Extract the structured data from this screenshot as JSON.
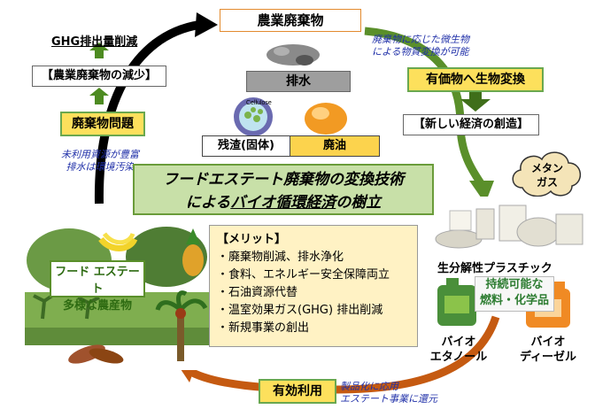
{
  "top": {
    "waste": "農業廃棄物",
    "wastewater": "排水",
    "cellulose": "Cellulose",
    "residue": "残渣(固体)",
    "waste_oil": "廃油"
  },
  "left": {
    "ghg": "GHG排出量削減",
    "reduce": "【農業廃棄物の減少】",
    "problem": "廃棄物問題",
    "note": [
      "未利用資源が豊富",
      "排水は環境汚染"
    ]
  },
  "right": {
    "note": [
      "廃棄物に応じた微生物",
      "による物質変換が可能"
    ],
    "bioconv": "有価物へ生物変換",
    "economy": "【新しい経済の創造】",
    "methane": [
      "メタン",
      "ガス"
    ],
    "bioplastic": "生分解性プラスチック",
    "sustainable": [
      "持続可能な",
      "燃料・化学品"
    ],
    "bioethanol": [
      "バイオ",
      "エタノール"
    ],
    "biodiesel": [
      "バイオ",
      "ディーゼル"
    ]
  },
  "center": {
    "title_line1": "フードエステート廃棄物の変換技術",
    "title_line2_pre": "による",
    "title_line2_ul": "バイオ循環経済",
    "title_line2_post": "の樹立"
  },
  "estate": {
    "label_line1": "フード エステート",
    "label_line2": "多様な農産物"
  },
  "merit": {
    "heading": "【メリット】",
    "items": [
      "・廃棄物削減、排水浄化",
      "・食料、エネルギー安全保障両立",
      "・石油資源代替",
      "・温室効果ガス(GHG) 排出削減",
      "・新規事業の創出"
    ]
  },
  "bottom": {
    "use": "有効利用",
    "note": [
      "製品化に応用",
      "エステート事業に還元"
    ]
  },
  "colors": {
    "yellow": "#fde05c",
    "green_arrow": "#5a8f2a",
    "orange_arrow": "#c55a11",
    "note_blue": "#1f2fa8",
    "merit_bg": "#fff2c4"
  }
}
